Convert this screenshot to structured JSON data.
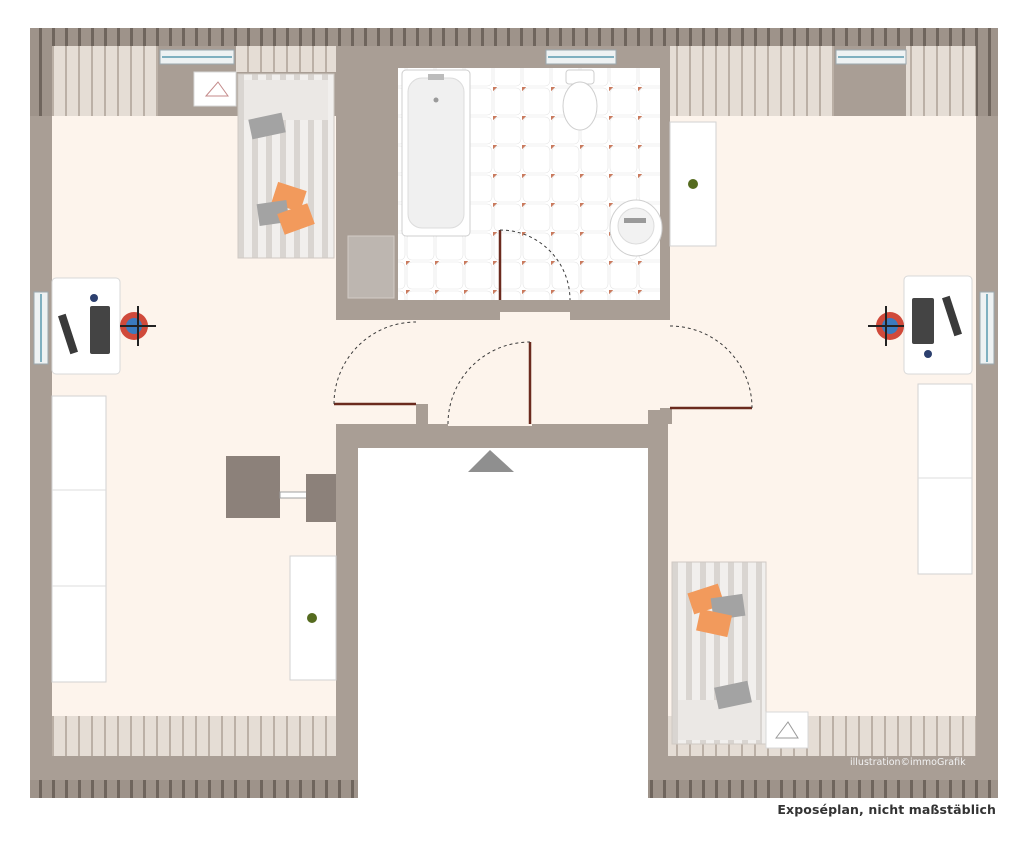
{
  "caption": "Exposéplan, nicht maßstäblich",
  "credit": "illustration©immoGrafik",
  "colors": {
    "wall": "#a99e95",
    "floor": "#fdf4ec",
    "roof_slope": "#ece4dc",
    "bath_grout": "#c97a5e",
    "pillow_orange": "#f29a5c",
    "pillow_grey": "#a3a3a3",
    "door_leaf": "#6b2a1e"
  },
  "rooms": [
    {
      "id": "room-left",
      "label": ""
    },
    {
      "id": "bathroom",
      "label": ""
    },
    {
      "id": "room-right",
      "label": ""
    },
    {
      "id": "hallway",
      "label": ""
    }
  ],
  "icons": [
    "desk-icon",
    "bed-icon",
    "bathtub-icon",
    "toilet-icon",
    "sink-icon",
    "wardrobe-icon",
    "door-swing-icon",
    "entrance-arrow-icon"
  ]
}
